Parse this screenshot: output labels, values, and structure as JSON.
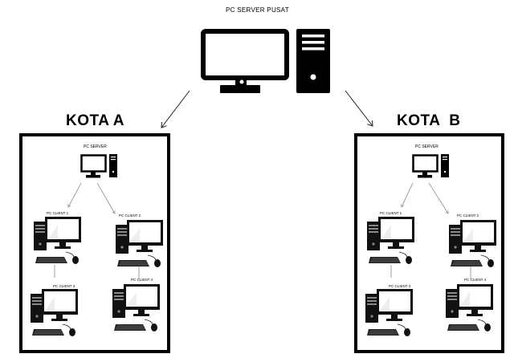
{
  "header": {
    "title": "PC SERVER PUSAT"
  },
  "central_server": {
    "icon": "desktop-pc-with-tower-icon"
  },
  "cities": [
    {
      "name": "KOTA A",
      "server_label": "PC SERVER",
      "clients": [
        "PC CLIENT 1",
        "PC CLIENT 2",
        "PC CLIENT 3",
        "PC CLIENT 4"
      ]
    },
    {
      "name": "KOTA  B",
      "server_label": "PC SERVER",
      "clients": [
        "PC CLIENT 1",
        "PC CLIENT 2",
        "PC CLIENT 3",
        "PC CLIENT 4"
      ]
    }
  ],
  "colors": {
    "line": "#000000",
    "connector": "#888888"
  }
}
